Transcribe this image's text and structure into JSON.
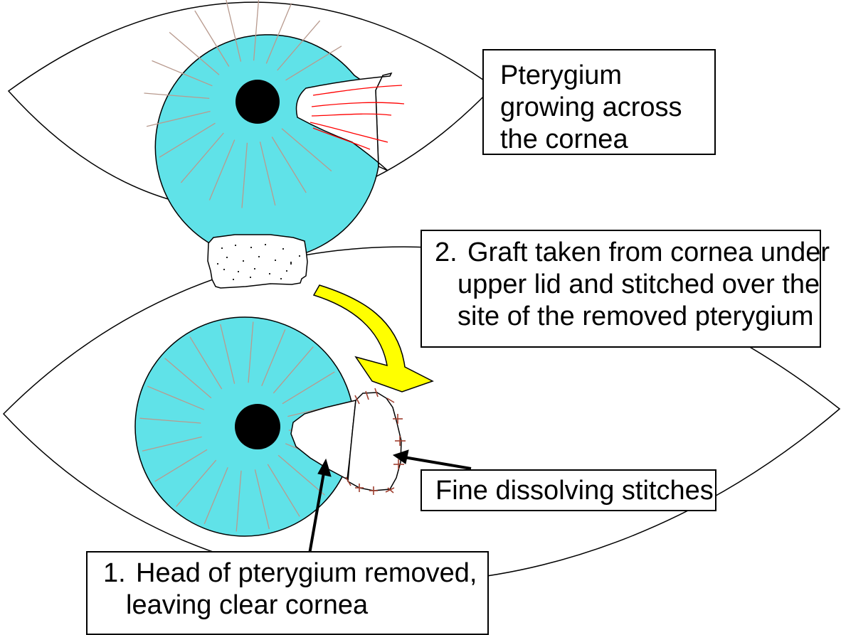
{
  "colors": {
    "cornea": "#60e2e8",
    "pupil": "#000000",
    "radial_lines": "#b89a8e",
    "pterygium_vessels": "#ff0000",
    "stitches": "#a04030",
    "arrow_fill": "#ffff00",
    "outline": "#000000"
  },
  "icons": {
    "graft_arrow": "curved-arrow-icon",
    "pointer": "arrow-icon"
  },
  "labels": {
    "top": {
      "lines": [
        "Pterygium",
        "growing across",
        "the cornea"
      ]
    },
    "graft": {
      "number": "2.",
      "lines": [
        "Graft taken from cornea under",
        "upper lid and stitched over the",
        "site of the removed pterygium"
      ]
    },
    "stitches": {
      "text": "Fine dissolving stitches"
    },
    "head": {
      "number": "1.",
      "lines": [
        "Head of pterygium removed,",
        "leaving clear cornea"
      ]
    }
  }
}
